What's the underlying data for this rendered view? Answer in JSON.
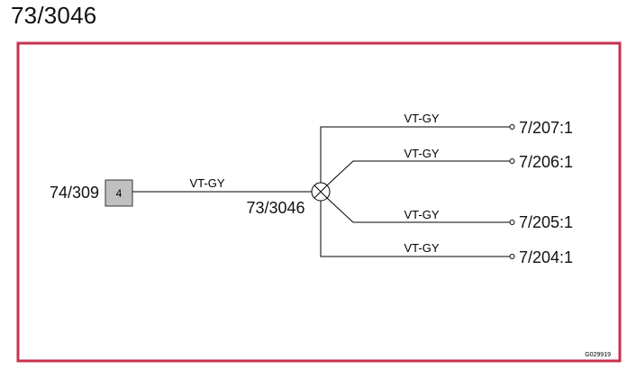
{
  "title": "73/3046",
  "colors": {
    "frame": "#c8324c",
    "connector_fill": "#c0c0c0",
    "wire": "#000000"
  },
  "source": {
    "connector_label": "74/309",
    "pin": "4",
    "wire_color": "VT-GY"
  },
  "splice": {
    "label": "73/3046",
    "icon": "splice-icon"
  },
  "branches": [
    {
      "wire_color": "VT-GY",
      "terminal": "7/207:1"
    },
    {
      "wire_color": "VT-GY",
      "terminal": "7/206:1"
    },
    {
      "wire_color": "VT-GY",
      "terminal": "7/205:1"
    },
    {
      "wire_color": "VT-GY",
      "terminal": "7/204:1"
    }
  ],
  "figure_code": "G029919"
}
